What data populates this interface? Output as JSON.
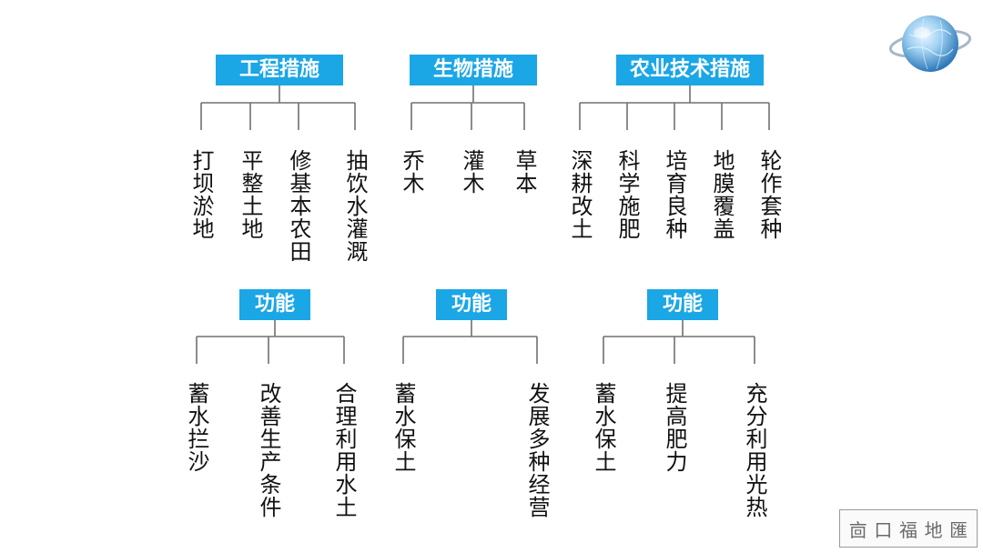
{
  "groups": [
    {
      "title": "工程措施",
      "items": [
        "打坝淤地",
        "平整土地",
        "修基本农田",
        "抽饮水灌溉"
      ]
    },
    {
      "title": "生物措施",
      "items": [
        "乔木",
        "灌木",
        "草本"
      ]
    },
    {
      "title": "农业技术措施",
      "items": [
        "深耕改土",
        "科学施肥",
        "培育良种",
        "地膜覆盖",
        "轮作套种"
      ]
    },
    {
      "title": "功能",
      "items": [
        "蓄水拦沙",
        "改善生产条件",
        "合理利用水土"
      ]
    },
    {
      "title": "功能",
      "items": [
        "蓄水保土",
        "发展多种经营"
      ]
    },
    {
      "title": "功能",
      "items": [
        "蓄水保土",
        "提高肥力",
        "充分利用光热"
      ]
    }
  ],
  "stamp_text": [
    "㐭",
    "口",
    "福",
    "地",
    "匯"
  ],
  "colors": {
    "header_bg": "#1ba6e6",
    "header_text": "#ffffff",
    "connector": "#707070",
    "leaf_text": "#111111"
  },
  "icons": {
    "top_right": "globe-icon"
  }
}
